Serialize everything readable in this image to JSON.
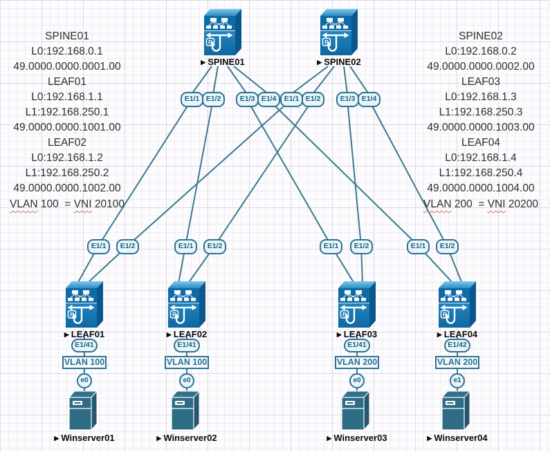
{
  "ui": {
    "marker": "▶"
  },
  "colors": {
    "link": "#3a7890",
    "pill_border": "#2d7091",
    "switch_blue": "#1f85c3",
    "server_teal": "#2e6b85",
    "wavy_underline": "#d96a6a"
  },
  "info_left": {
    "lines": [
      "SPINE01",
      "L0:192.168.0.1",
      "49.0000.0000.0001.00",
      "LEAF01",
      "L0:192.168.1.1",
      "L1:192.168.250.1",
      "49.0000.0000.1001.00",
      "LEAF02",
      "L0:192.168.1.2",
      "L1:192.168.250.2",
      "49.0000.0000.1002.00"
    ],
    "vlan_note": {
      "w1": "VLAN",
      "mid": " 100  = ",
      "w2": "VNI",
      "tail": " 20100"
    }
  },
  "info_right": {
    "lines": [
      "SPINE02",
      "L0:192.168.0.2",
      "49.0000.0000.0002.00",
      "LEAF03",
      "L0:192.168.1.3",
      "L1:192.168.250.3",
      "49.0000.0000.1003.00",
      "LEAF04",
      "L0:192.168.1.4",
      "L1:192.168.250.4",
      "49.0000.0000.1004.00"
    ],
    "vlan_note": {
      "w1": "VLAN",
      "mid": " 200  = ",
      "w2": "VNI",
      "tail": " 20200"
    }
  },
  "spines": [
    {
      "label": "SPINE01",
      "ports": [
        "E1/1",
        "E1/2",
        "E1/3",
        "E1/4"
      ]
    },
    {
      "label": "SPINE02",
      "ports": [
        "E1/1",
        "E1/2",
        "E1/3",
        "E1/4"
      ]
    }
  ],
  "leaves": [
    {
      "label": "LEAF01",
      "uplink_ports": [
        "E1/1",
        "E1/2"
      ],
      "access_port": "E1/41",
      "vlan_label": "VLAN 100",
      "nic": "e0",
      "server": "Winserver01"
    },
    {
      "label": "LEAF02",
      "uplink_ports": [
        "E1/1",
        "E1/2"
      ],
      "access_port": "E1/41",
      "vlan_label": "VLAN 100",
      "nic": "e0",
      "server": "Winserver02"
    },
    {
      "label": "LEAF03",
      "uplink_ports": [
        "E1/1",
        "E1/2"
      ],
      "access_port": "E1/41",
      "vlan_label": "VLAN 200",
      "nic": "e0",
      "server": "Winserver03"
    },
    {
      "label": "LEAF04",
      "uplink_ports": [
        "E1/1",
        "E1/2"
      ],
      "access_port": "E1/42",
      "vlan_label": "VLAN 200",
      "nic": "e1",
      "server": "Winserver04"
    }
  ]
}
